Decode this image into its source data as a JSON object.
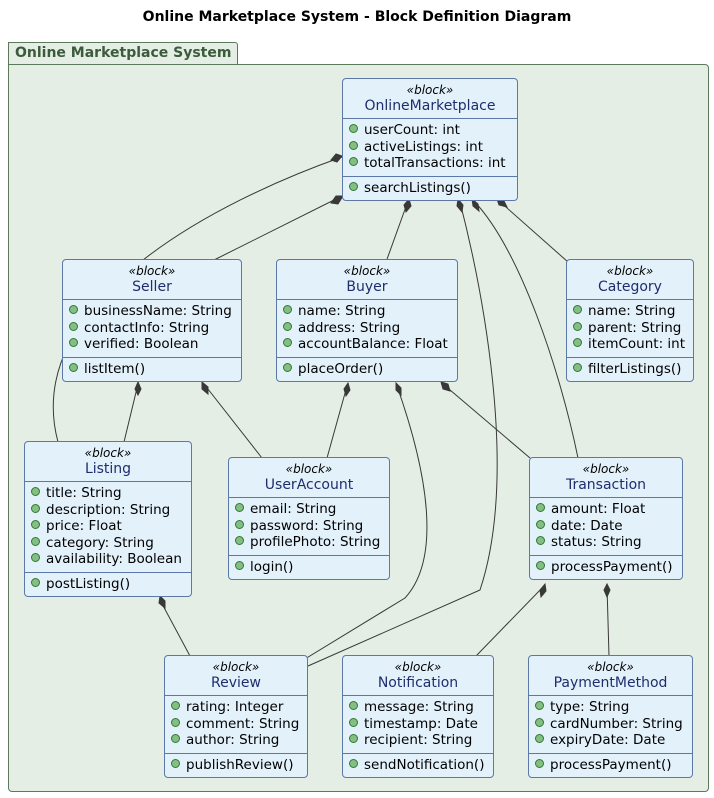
{
  "diagram_title": "Online Marketplace System - Block Definition Diagram",
  "package_name": "Online Marketplace System",
  "stereotype": "«block»",
  "blocks": {
    "online_marketplace": {
      "name": "OnlineMarketplace",
      "attributes": [
        "userCount: int",
        "activeListings: int",
        "totalTransactions: int"
      ],
      "operations": [
        "searchListings()"
      ]
    },
    "seller": {
      "name": "Seller",
      "attributes": [
        "businessName: String",
        "contactInfo: String",
        "verified: Boolean"
      ],
      "operations": [
        "listItem()"
      ]
    },
    "buyer": {
      "name": "Buyer",
      "attributes": [
        "name: String",
        "address: String",
        "accountBalance: Float"
      ],
      "operations": [
        "placeOrder()"
      ]
    },
    "category": {
      "name": "Category",
      "attributes": [
        "name: String",
        "parent: String",
        "itemCount: int"
      ],
      "operations": [
        "filterListings()"
      ]
    },
    "listing": {
      "name": "Listing",
      "attributes": [
        "title: String",
        "description: String",
        "price: Float",
        "category: String",
        "availability: Boolean"
      ],
      "operations": [
        "postListing()"
      ]
    },
    "user_account": {
      "name": "UserAccount",
      "attributes": [
        "email: String",
        "password: String",
        "profilePhoto: String"
      ],
      "operations": [
        "login()"
      ]
    },
    "transaction": {
      "name": "Transaction",
      "attributes": [
        "amount: Float",
        "date: Date",
        "status: String"
      ],
      "operations": [
        "processPayment()"
      ]
    },
    "review": {
      "name": "Review",
      "attributes": [
        "rating: Integer",
        "comment: String",
        "author: String"
      ],
      "operations": [
        "publishReview()"
      ]
    },
    "notification": {
      "name": "Notification",
      "attributes": [
        "message: String",
        "timestamp: Date",
        "recipient: String"
      ],
      "operations": [
        "sendNotification()"
      ]
    },
    "payment_method": {
      "name": "PaymentMethod",
      "attributes": [
        "type: String",
        "cardNumber: String",
        "expiryDate: Date"
      ],
      "operations": [
        "processPayment()"
      ]
    }
  },
  "compositions": [
    {
      "whole": "OnlineMarketplace",
      "part": "Seller"
    },
    {
      "whole": "OnlineMarketplace",
      "part": "Buyer"
    },
    {
      "whole": "OnlineMarketplace",
      "part": "Category"
    },
    {
      "whole": "OnlineMarketplace",
      "part": "Listing"
    },
    {
      "whole": "OnlineMarketplace",
      "part": "Transaction"
    },
    {
      "whole": "OnlineMarketplace",
      "part": "Review"
    },
    {
      "whole": "Seller",
      "part": "Listing"
    },
    {
      "whole": "Seller",
      "part": "UserAccount"
    },
    {
      "whole": "Buyer",
      "part": "UserAccount"
    },
    {
      "whole": "Buyer",
      "part": "Review"
    },
    {
      "whole": "Buyer",
      "part": "Transaction"
    },
    {
      "whole": "Listing",
      "part": "Review"
    },
    {
      "whole": "Transaction",
      "part": "Notification"
    },
    {
      "whole": "Transaction",
      "part": "PaymentMethod"
    }
  ],
  "colors": {
    "package_fill": "#e4eee4",
    "package_border": "#5a7a5a",
    "block_fill": "#e3f1fb",
    "block_border": "#5b78a8",
    "block_name": "#1f2d6e",
    "visibility_dot": "#84be84"
  }
}
